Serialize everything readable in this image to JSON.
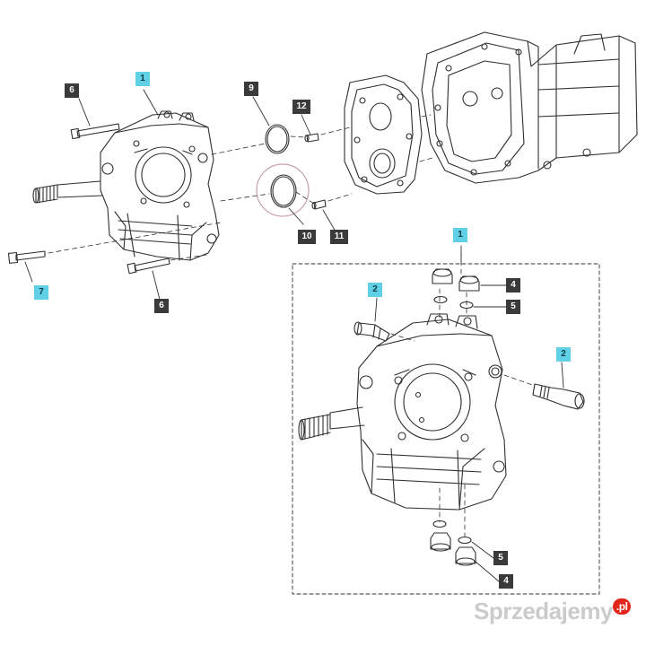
{
  "callouts": {
    "c1_top": "1",
    "c6_top": "6",
    "c7": "7",
    "c6_bottom": "6",
    "c9": "9",
    "c12": "12",
    "c10": "10",
    "c11": "11",
    "c1_detail": "1",
    "c2_left": "2",
    "c2_right": "2",
    "c4_top": "4",
    "c5_top": "5",
    "c5_bottom": "5",
    "c4_bottom": "4"
  },
  "watermark": {
    "text": "Sprzedajemy",
    "suffix": ".pl"
  },
  "colors": {
    "line": "#2f2f2f",
    "dark_callout": "#3a3a3a",
    "cyan_callout": "#5fd0e6",
    "highlight_ring": "#c8a0a8",
    "watermark_accent": "#e2261b"
  }
}
